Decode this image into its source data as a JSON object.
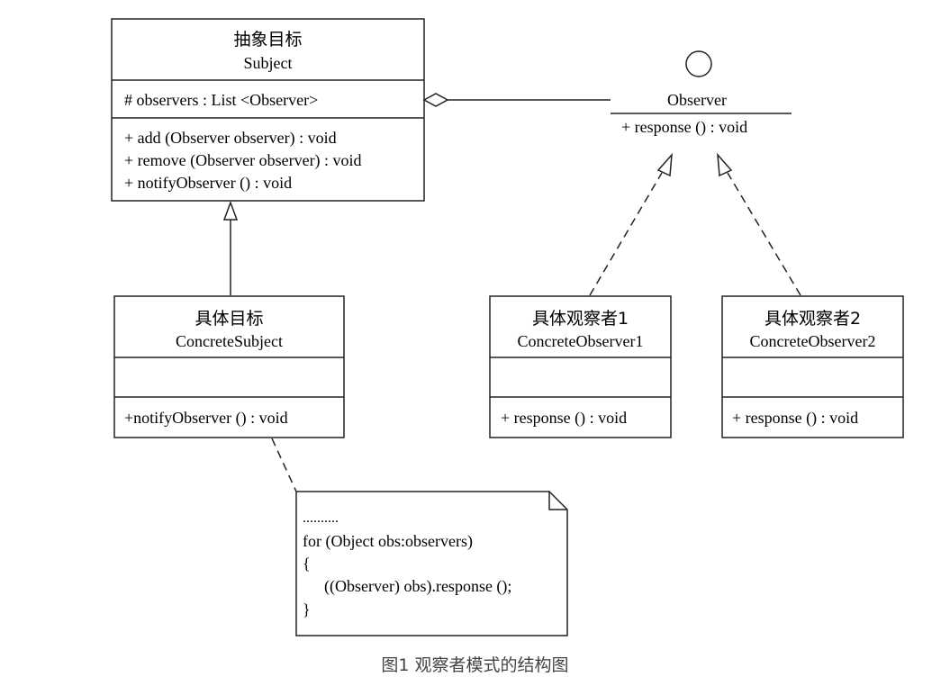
{
  "diagram": {
    "subject": {
      "title_cn": "抽象目标",
      "title_en": "Subject",
      "attributes": [
        "# observers : List <Observer>"
      ],
      "methods": [
        "+ add (Observer observer) : void",
        "+ remove (Observer observer) : void",
        "+ notifyObserver () : void"
      ]
    },
    "observer_interface": {
      "name": "Observer",
      "methods": [
        "+ response () : void"
      ]
    },
    "concrete_subject": {
      "title_cn": "具体目标",
      "title_en": "ConcreteSubject",
      "methods": [
        "+notifyObserver () : void"
      ]
    },
    "concrete_observer_1": {
      "title_cn": "具体观察者1",
      "title_en": "ConcreteObserver1",
      "methods": [
        "+ response () : void"
      ]
    },
    "concrete_observer_2": {
      "title_cn": "具体观察者2",
      "title_en": "ConcreteObserver2",
      "methods": [
        "+ response () : void"
      ]
    },
    "note": {
      "lines": [
        "..........",
        "for (Object obs:observers)",
        "{",
        "    ((Observer) obs).response ();",
        "}"
      ]
    }
  },
  "caption": "图1 观察者模式的结构图"
}
